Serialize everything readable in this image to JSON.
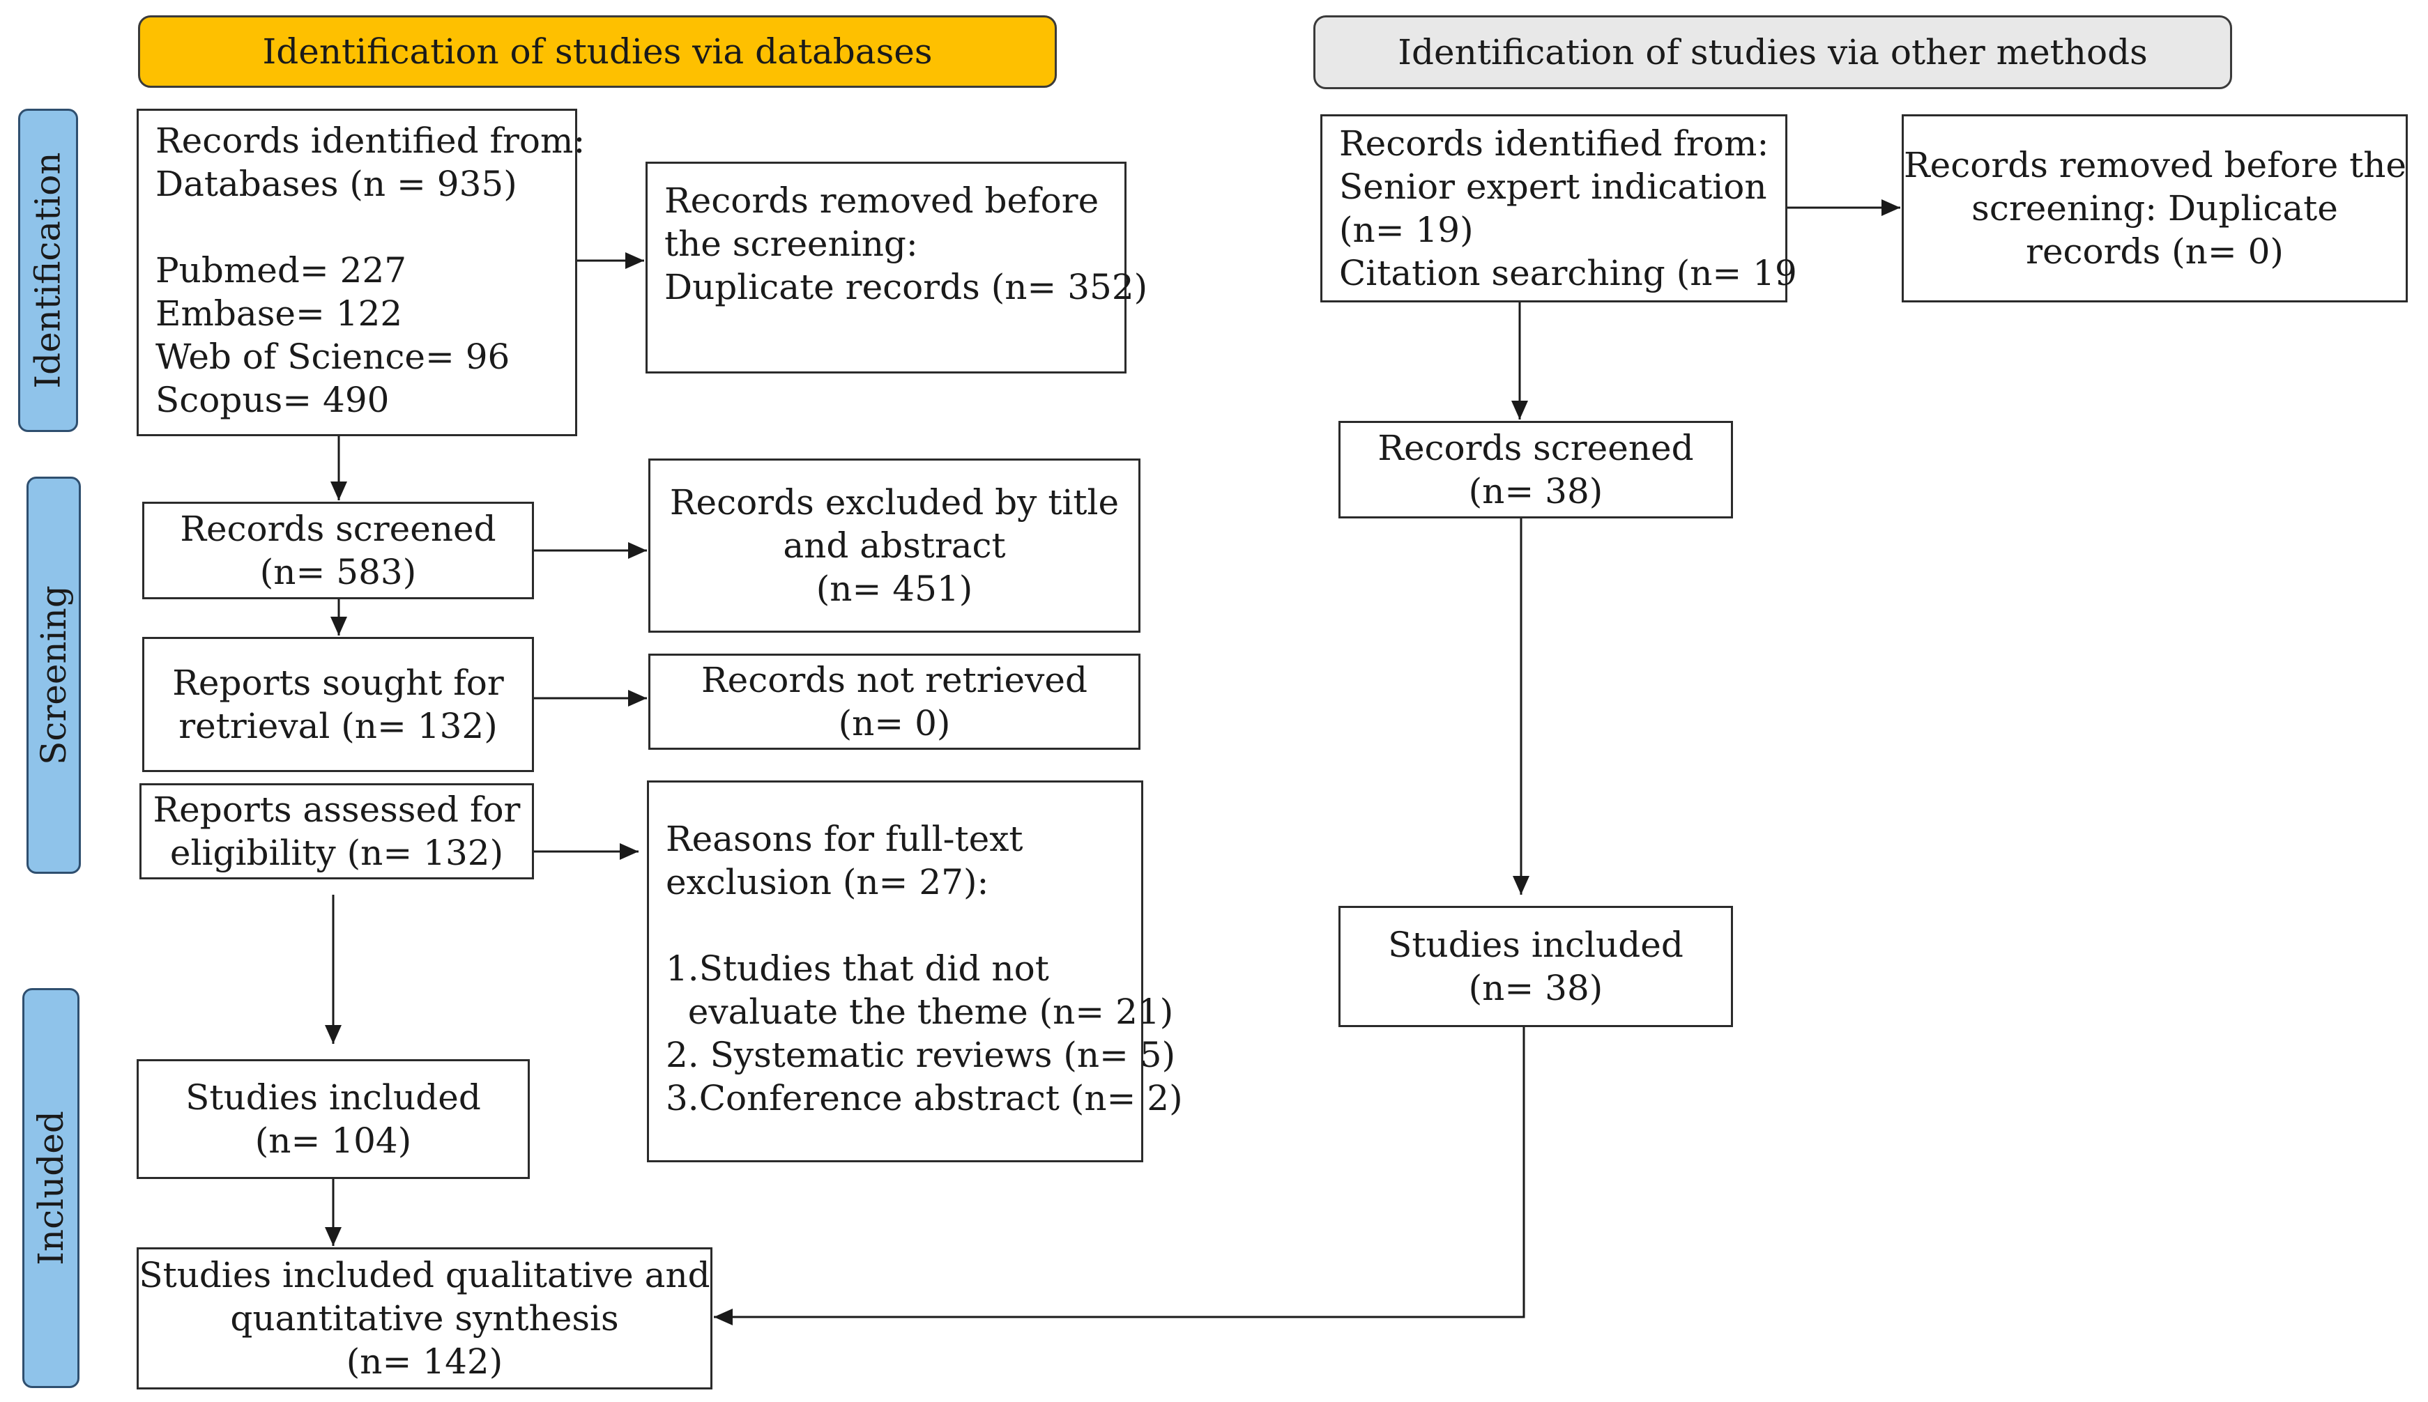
{
  "colors": {
    "db_header": "#fec000",
    "other_header": "#e8e8e8",
    "stage": "#8fc3ea"
  },
  "headers": {
    "databases": "Identification of studies via databases",
    "other": "Identification of studies via other methods"
  },
  "stages": {
    "identification": "Identification",
    "screening": "Screening",
    "included": "Included"
  },
  "left": {
    "identified": [
      "Records identified from:",
      "Databases (n = 935)",
      "",
      "Pubmed= 227",
      "Embase= 122",
      "Web of Science= 96",
      "Scopus= 490"
    ],
    "removed": [
      "Records removed before",
      "the screening:",
      "Duplicate records (n= 352)"
    ],
    "screened": [
      "Records screened",
      "(n= 583)"
    ],
    "excluded": [
      "Records excluded by title",
      "and abstract",
      "(n= 451)"
    ],
    "sought": [
      "Reports sought for",
      "retrieval (n= 132)"
    ],
    "not_retrieved": [
      "Records not retrieved",
      "(n= 0)"
    ],
    "assessed": [
      "Reports assessed for",
      "eligibility (n= 132)"
    ],
    "reasons": [
      "Reasons for full-text",
      "exclusion (n= 27):",
      "",
      "1.Studies that did not",
      "  evaluate the theme (n= 21)",
      "2. Systematic reviews (n= 5)",
      "3.Conference abstract (n= 2)"
    ],
    "included": [
      "Studies included",
      "(n= 104)"
    ],
    "synthesis": [
      "Studies included qualitative and",
      "quantitative synthesis",
      "(n= 142)"
    ]
  },
  "right": {
    "identified": [
      "Records identified from:",
      "Senior expert indication",
      "(n= 19)",
      "Citation searching (n= 19"
    ],
    "removed": [
      "Records removed before the",
      "screening: Duplicate",
      "records (n= 0)"
    ],
    "screened": [
      "Records screened",
      "(n= 38)"
    ],
    "included": [
      "Studies included",
      "(n= 38)"
    ]
  }
}
